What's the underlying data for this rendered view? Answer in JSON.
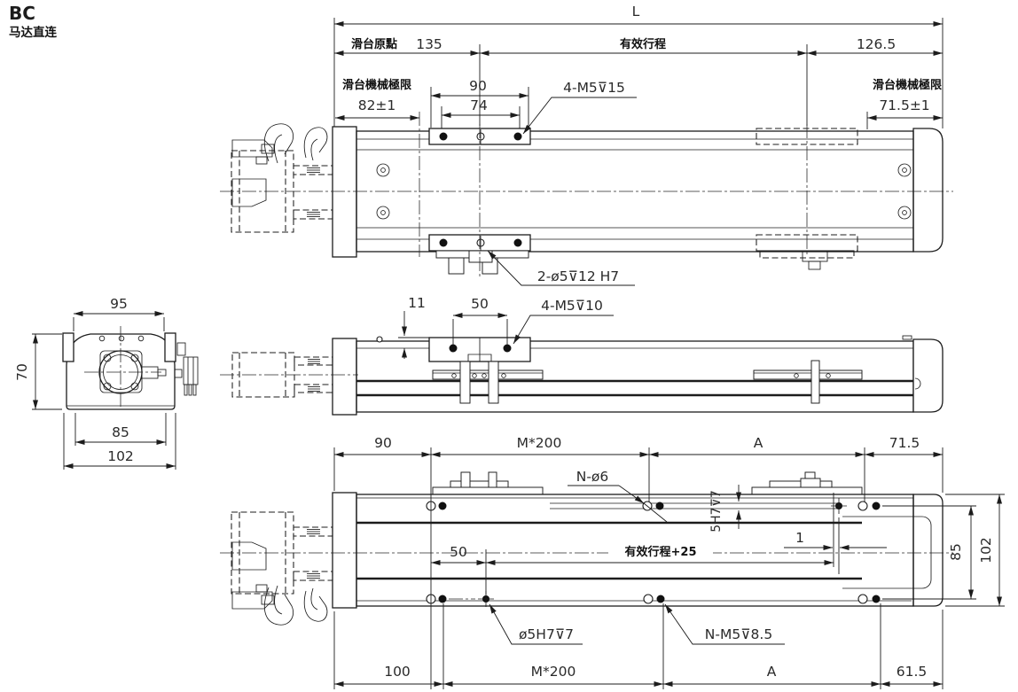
{
  "colors": {
    "accent": "#00a0e0",
    "line": "#1c1c1c"
  },
  "header": {
    "series_code": "BC",
    "subtitle": "马达直连"
  },
  "top_view": {
    "overall_length": "L",
    "origin_label": "滑台原點",
    "origin_value": "135",
    "stroke_label": "有效行程",
    "right_end_value": "126.5",
    "limit_left_label": "滑台機械極限",
    "limit_left_value": "82±1",
    "limit_right_label": "滑台機械極限",
    "limit_right_value": "71.5±1",
    "carriage_outer": "90",
    "carriage_inner": "74",
    "tap_callout": "4-M5⊽15",
    "pin_callout": "2-ø5⊽12  H7"
  },
  "side_view": {
    "carriage_height": "11",
    "hole_pitch": "50",
    "tap_callout": "4-M5⊽10"
  },
  "end_view": {
    "width_top": "95",
    "height": "70",
    "width_inner": "85",
    "width_outer": "102"
  },
  "bottom_view": {
    "top_dims": [
      "90",
      "M*200",
      "A",
      "71.5"
    ],
    "bottom_dims": [
      "100",
      "M*200",
      "A",
      "61.5"
    ],
    "through_hole_callout": "N-ø6",
    "keyway_callout": "5H7⊽7",
    "offset_value": "1",
    "height_inner": "85",
    "height_outer": "102",
    "origin_offset": "50",
    "stroke_plus_label": "有效行程+25",
    "pin_hole_callout": "ø5H7⊽7",
    "tap_callout": "N-M5⊽8.5"
  }
}
